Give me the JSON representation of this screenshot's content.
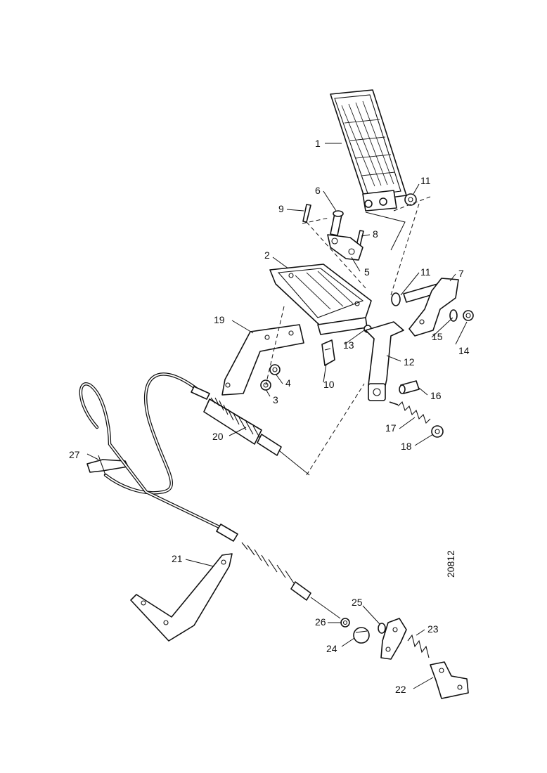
{
  "diagram": {
    "reference_number": "20812",
    "callouts": {
      "c1": "1",
      "c2": "2",
      "c3": "3",
      "c4": "4",
      "c5": "5",
      "c6": "6",
      "c7": "7",
      "c8": "8",
      "c9": "9",
      "c10": "10",
      "c11a": "11",
      "c11b": "11",
      "c12": "12",
      "c13": "13",
      "c14": "14",
      "c15": "15",
      "c16": "16",
      "c17": "17",
      "c18": "18",
      "c19": "19",
      "c20": "20",
      "c21": "21",
      "c22": "22",
      "c23": "23",
      "c24": "24",
      "c25": "25",
      "c26": "26",
      "c27": "27"
    }
  }
}
